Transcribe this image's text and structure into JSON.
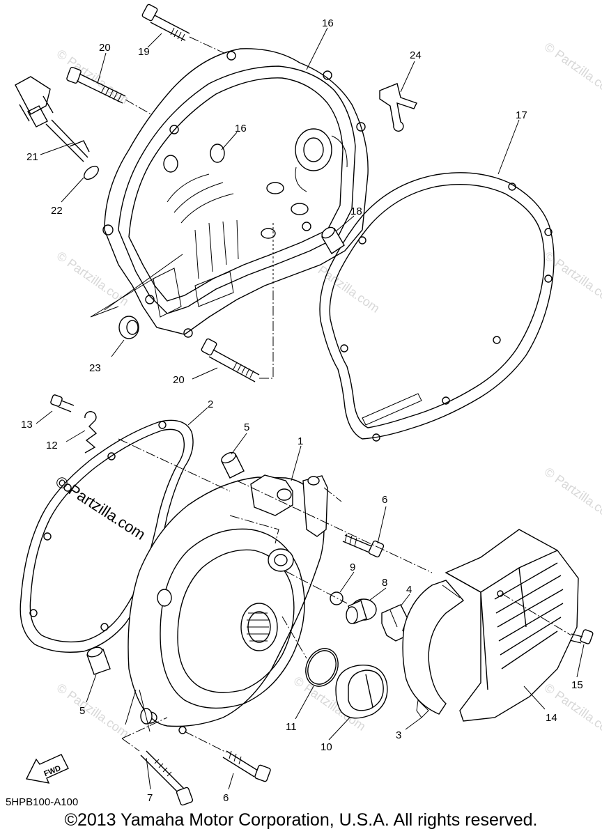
{
  "diagram": {
    "callouts": [
      {
        "id": "16a",
        "text": "16"
      },
      {
        "id": "19",
        "text": "19"
      },
      {
        "id": "20a",
        "text": "20"
      },
      {
        "id": "24",
        "text": "24"
      },
      {
        "id": "16b",
        "text": "16"
      },
      {
        "id": "17",
        "text": "17"
      },
      {
        "id": "21",
        "text": "21"
      },
      {
        "id": "22",
        "text": "22"
      },
      {
        "id": "18",
        "text": "18"
      },
      {
        "id": "23",
        "text": "23"
      },
      {
        "id": "20b",
        "text": "20"
      },
      {
        "id": "2",
        "text": "2"
      },
      {
        "id": "13",
        "text": "13"
      },
      {
        "id": "12",
        "text": "12"
      },
      {
        "id": "5a",
        "text": "5"
      },
      {
        "id": "1",
        "text": "1"
      },
      {
        "id": "6a",
        "text": "6"
      },
      {
        "id": "9",
        "text": "9"
      },
      {
        "id": "8",
        "text": "8"
      },
      {
        "id": "4",
        "text": "4"
      },
      {
        "id": "15",
        "text": "15"
      },
      {
        "id": "14",
        "text": "14"
      },
      {
        "id": "5b",
        "text": "5"
      },
      {
        "id": "11",
        "text": "11"
      },
      {
        "id": "10",
        "text": "10"
      },
      {
        "id": "3",
        "text": "3"
      },
      {
        "id": "7",
        "text": "7"
      },
      {
        "id": "6b",
        "text": "6"
      }
    ],
    "fwd_label": "FWD",
    "diagram_code": "5HPB100-A100",
    "watermark_text": "© Partzilla.com",
    "copyright": "©2013  Yamaha Motor Corporation, U.S.A. All rights reserved."
  }
}
